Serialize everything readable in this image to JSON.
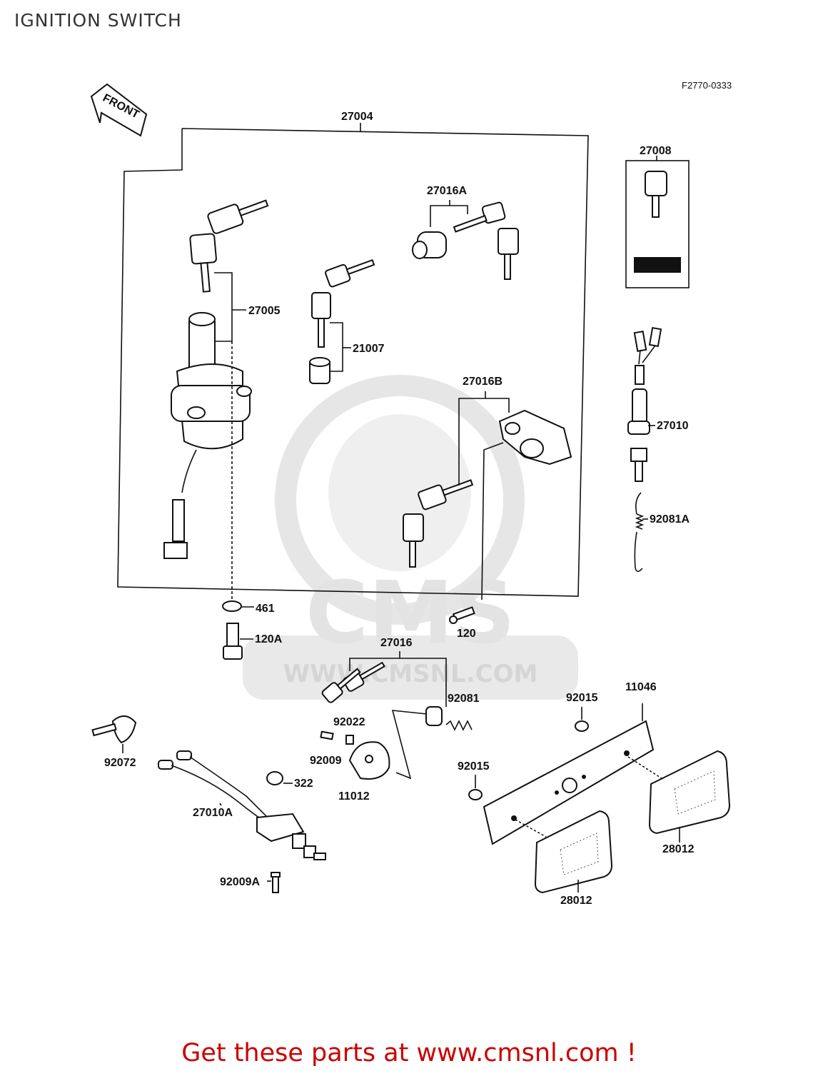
{
  "title": "IGNITION SWITCH",
  "ref_code": "F2770-0333",
  "front_label": "FRONT",
  "watermark": {
    "brand": "CMS",
    "url": "WWW.CMSNL.COM"
  },
  "footer": "Get these parts at www.cmsnl.com !",
  "parts": {
    "p27004": "27004",
    "p27005": "27005",
    "p21007": "21007",
    "p27016A": "27016A",
    "p27016B": "27016B",
    "p27008": "27008",
    "p27010": "27010",
    "p92081A": "92081A",
    "p461": "461",
    "p120A": "120A",
    "p120": "120",
    "p27016": "27016",
    "p92081": "92081",
    "p92022": "92022",
    "p92009": "92009",
    "p11012": "11012",
    "p92072": "92072",
    "p322": "322",
    "p27010A": "27010A",
    "p92009A": "92009A",
    "p92015a": "92015",
    "p92015b": "92015",
    "p11046": "11046",
    "p28012a": "28012",
    "p28012b": "28012"
  },
  "colors": {
    "footer": "#cc0000",
    "line": "#111111",
    "watermark": "#e6e6e6"
  }
}
